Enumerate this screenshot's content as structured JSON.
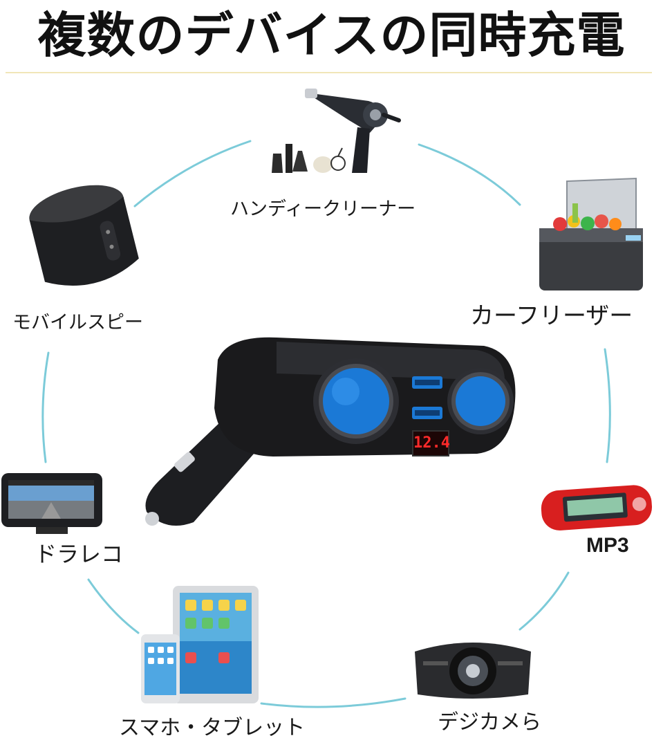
{
  "title": "複数のデバイスの同時充電",
  "colors": {
    "accent_line": "#7ccbd9",
    "socket_blue": "#1b79d6",
    "display_red": "#ff2a2a",
    "body_black": "#1a1a1c",
    "title_rule": "#f1e6b8"
  },
  "center_product": {
    "icon": "car-socket-splitter-icon",
    "voltage_display": "12.4"
  },
  "devices": [
    {
      "id": "vacuum",
      "label": "ハンディークリーナー",
      "icon": "handheld-vacuum-icon"
    },
    {
      "id": "fridge",
      "label": "カーフリーザー",
      "icon": "car-fridge-icon"
    },
    {
      "id": "mp3",
      "label": "MP3",
      "icon": "mp3-player-icon"
    },
    {
      "id": "camera",
      "label": "デジカメら",
      "icon": "camera-icon"
    },
    {
      "id": "tablet",
      "label": "スマホ・タブレット",
      "icon": "phone-tablet-icon"
    },
    {
      "id": "dashcam",
      "label": "ドラレコ",
      "icon": "dashcam-icon"
    },
    {
      "id": "speaker",
      "label": "モバイルスピー",
      "icon": "speaker-icon"
    }
  ]
}
